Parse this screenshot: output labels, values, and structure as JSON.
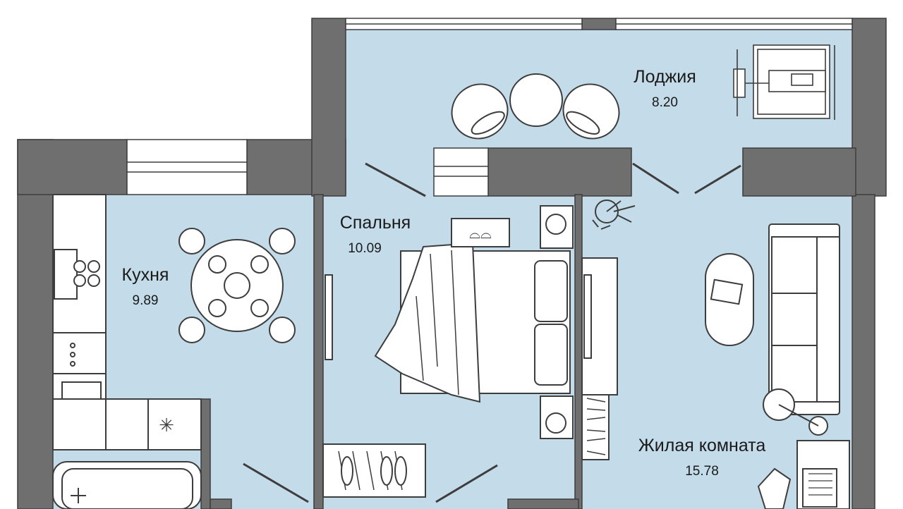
{
  "colors": {
    "wall": "#6f6f6f",
    "floor": "#c4dbe9",
    "line": "#3d3d3d",
    "furniture": "#ffffff"
  },
  "rooms": {
    "loggia": {
      "name": "Лоджия",
      "area": "8.20"
    },
    "kitchen": {
      "name": "Кухня",
      "area": "9.89"
    },
    "bedroom": {
      "name": "Спальня",
      "area": "10.09"
    },
    "living": {
      "name": "Жилая комната",
      "area": "15.78"
    }
  },
  "icons": [
    "snowflake-icon",
    "fan-icon",
    "slippers-icon",
    "plant-icon",
    "laptop-icon",
    "stove-burner-icon",
    "sink-icon"
  ]
}
